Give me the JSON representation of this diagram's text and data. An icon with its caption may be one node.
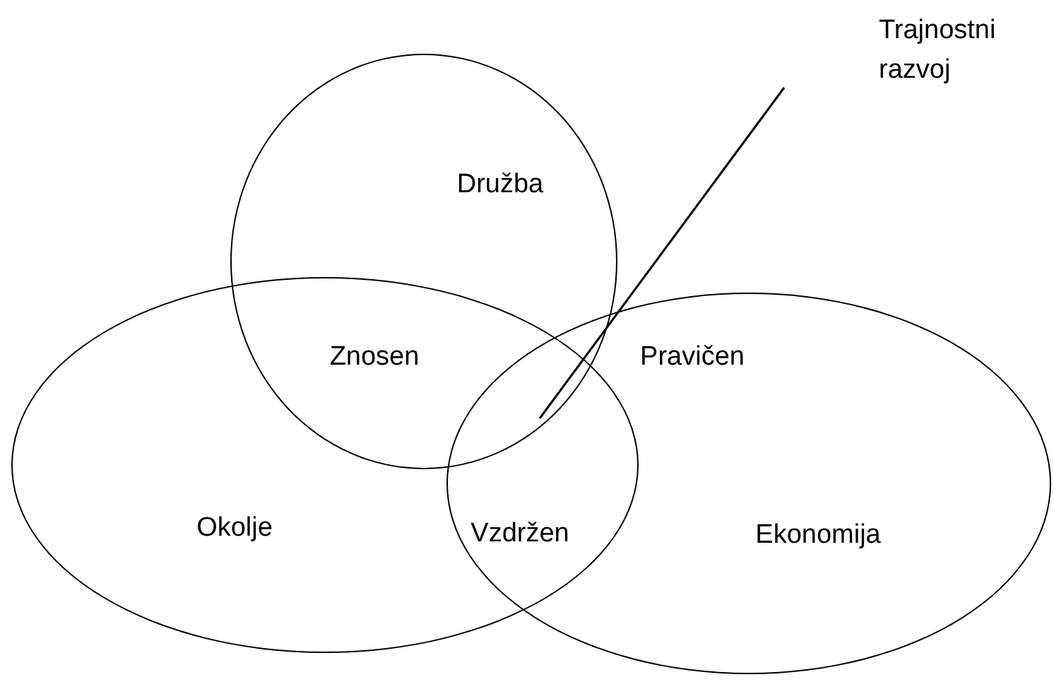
{
  "diagram": {
    "nodes": [
      {
        "text": [
          "Družba"
        ]
      },
      {
        "text": [
          "Okolje"
        ]
      },
      {
        "text": [
          "Ekonomija"
        ]
      },
      {
        "text": [
          "Trajnostni razvoj"
        ]
      }
    ],
    "edges": [
      {
        "from": 3,
        "to": 0,
        "arrow": "none"
      }
    ],
    "labels": [
      "Znosen",
      "Pravičen",
      "Vzdržen"
    ]
  }
}
